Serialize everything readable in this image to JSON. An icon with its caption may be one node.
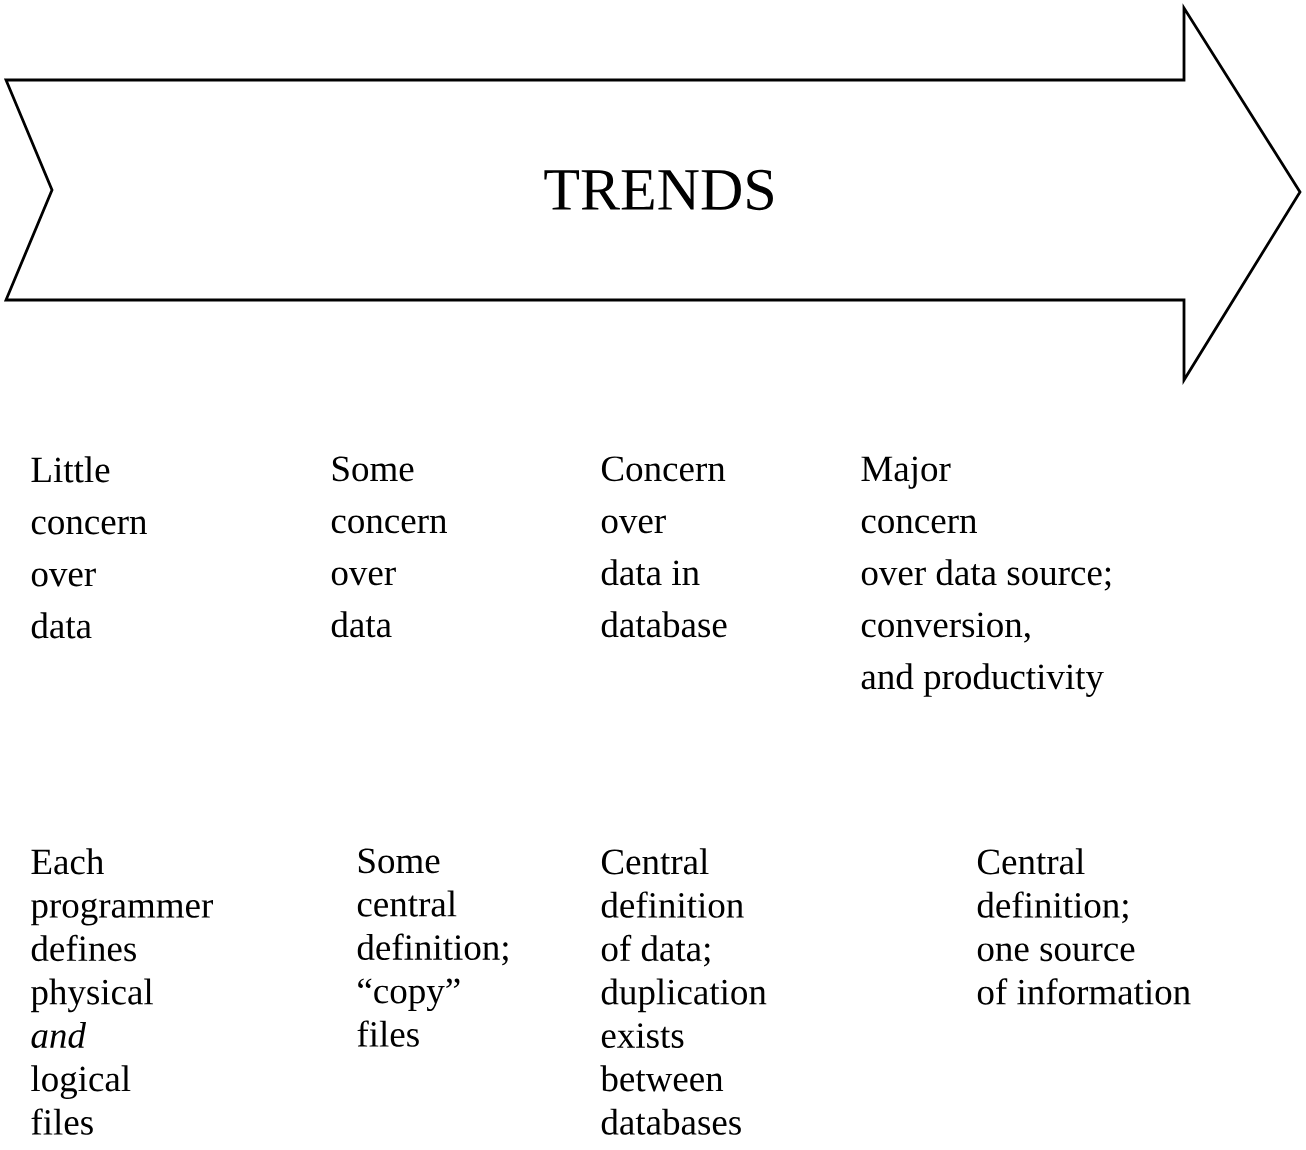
{
  "diagram": {
    "nodes": [
      {
        "text": [
          "TRENDS"
        ]
      }
    ],
    "edges": [],
    "labels": [
      "Little concern over data",
      "Some concern over data",
      "Concern over data in database",
      "Major concern over data source; conversion, and productivity",
      "Each programmer defines physical *and* logical files",
      "Some central definition; “copy” files",
      "Central definition of data; duplication exists between databases",
      "Central definition; one source of information"
    ]
  }
}
